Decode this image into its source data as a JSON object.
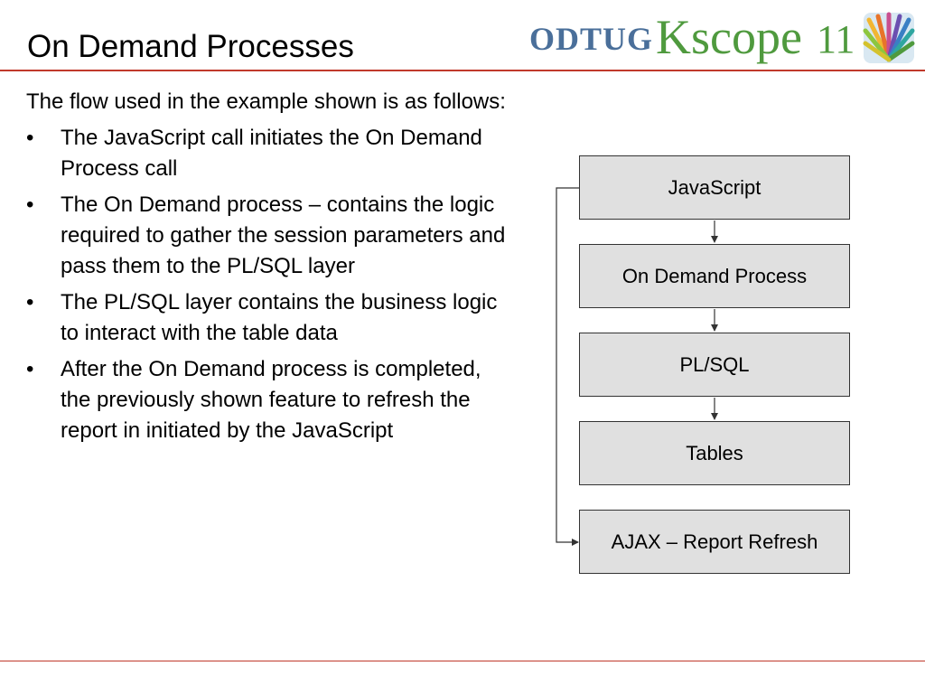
{
  "slide": {
    "title": "On Demand Processes"
  },
  "logo": {
    "odtug": "ODTUG",
    "kscope": "Kscope",
    "number": "11"
  },
  "body": {
    "intro": "The flow used in the example shown is as follows:",
    "bullets": [
      "The JavaScript call initiates the On Demand Process call",
      "The On Demand process – contains the logic required to gather the session parameters and pass them to the PL/SQL layer",
      "The PL/SQL layer contains the business logic to interact with the table data",
      "After the On Demand process is completed, the previously shown feature to refresh the report in initiated by the JavaScript"
    ],
    "bullet_symbol": "•"
  },
  "diagram": {
    "boxes": [
      "JavaScript",
      "On Demand Process",
      "PL/SQL",
      "Tables",
      "AJAX – Report Refresh"
    ]
  },
  "colors": {
    "rule": "#c0392b",
    "box_fill": "#e0e0e0",
    "box_border": "#333333",
    "logo_blue": "#4a6f9a",
    "logo_green": "#4f9a3e"
  }
}
